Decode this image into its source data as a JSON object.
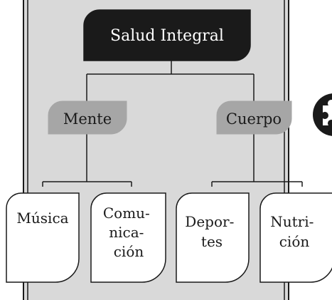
{
  "root": {
    "label": "Salud Integral"
  },
  "branches": [
    {
      "label": "Mente",
      "children": [
        {
          "lines": [
            "Música"
          ]
        },
        {
          "lines": [
            "Comu-",
            "nica-",
            "ción"
          ]
        }
      ]
    },
    {
      "label": "Cuerpo",
      "children": [
        {
          "lines": [
            "Depor-",
            "tes"
          ]
        },
        {
          "lines": [
            "Nutri-",
            "ción"
          ]
        }
      ]
    }
  ],
  "colors": {
    "root_fill": "#1a1a1a",
    "branch_fill": "#a6a6a6",
    "leaf_fill": "#ffffff",
    "panel_fill": "#d9d9d9",
    "stroke": "#1a1a1a"
  },
  "icons": {
    "corner_badge": "puzzle-icon"
  }
}
